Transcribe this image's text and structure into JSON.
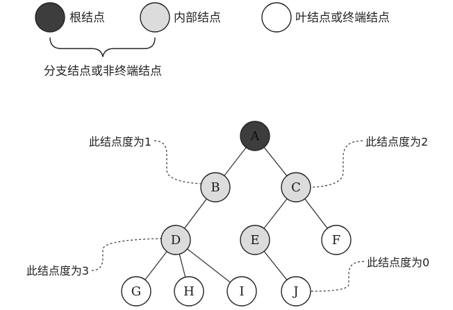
{
  "legend": {
    "root": {
      "label": "根结点",
      "color": "#3d3d3d"
    },
    "internal": {
      "label": "内部结点",
      "color": "#dcdcdc"
    },
    "leaf": {
      "label": "叶结点或终端结点",
      "color": "#ffffff"
    },
    "brace_label": "分支结点或非终端结点"
  },
  "tree": {
    "nodes": [
      {
        "id": "A",
        "label": "A",
        "kind": "root"
      },
      {
        "id": "B",
        "label": "B",
        "kind": "internal"
      },
      {
        "id": "C",
        "label": "C",
        "kind": "internal"
      },
      {
        "id": "D",
        "label": "D",
        "kind": "internal"
      },
      {
        "id": "E",
        "label": "E",
        "kind": "internal"
      },
      {
        "id": "F",
        "label": "F",
        "kind": "leaf"
      },
      {
        "id": "G",
        "label": "G",
        "kind": "leaf"
      },
      {
        "id": "H",
        "label": "H",
        "kind": "leaf"
      },
      {
        "id": "I",
        "label": "I",
        "kind": "leaf"
      },
      {
        "id": "J",
        "label": "J",
        "kind": "leaf"
      }
    ],
    "edges": [
      [
        "A",
        "B"
      ],
      [
        "A",
        "C"
      ],
      [
        "B",
        "D"
      ],
      [
        "C",
        "E"
      ],
      [
        "C",
        "F"
      ],
      [
        "D",
        "G"
      ],
      [
        "D",
        "H"
      ],
      [
        "D",
        "I"
      ],
      [
        "E",
        "J"
      ]
    ]
  },
  "annotations": {
    "degree_1": "此结点度为1",
    "degree_2": "此结点度为2",
    "degree_3": "此结点度为3",
    "degree_0": "此结点度为0"
  }
}
